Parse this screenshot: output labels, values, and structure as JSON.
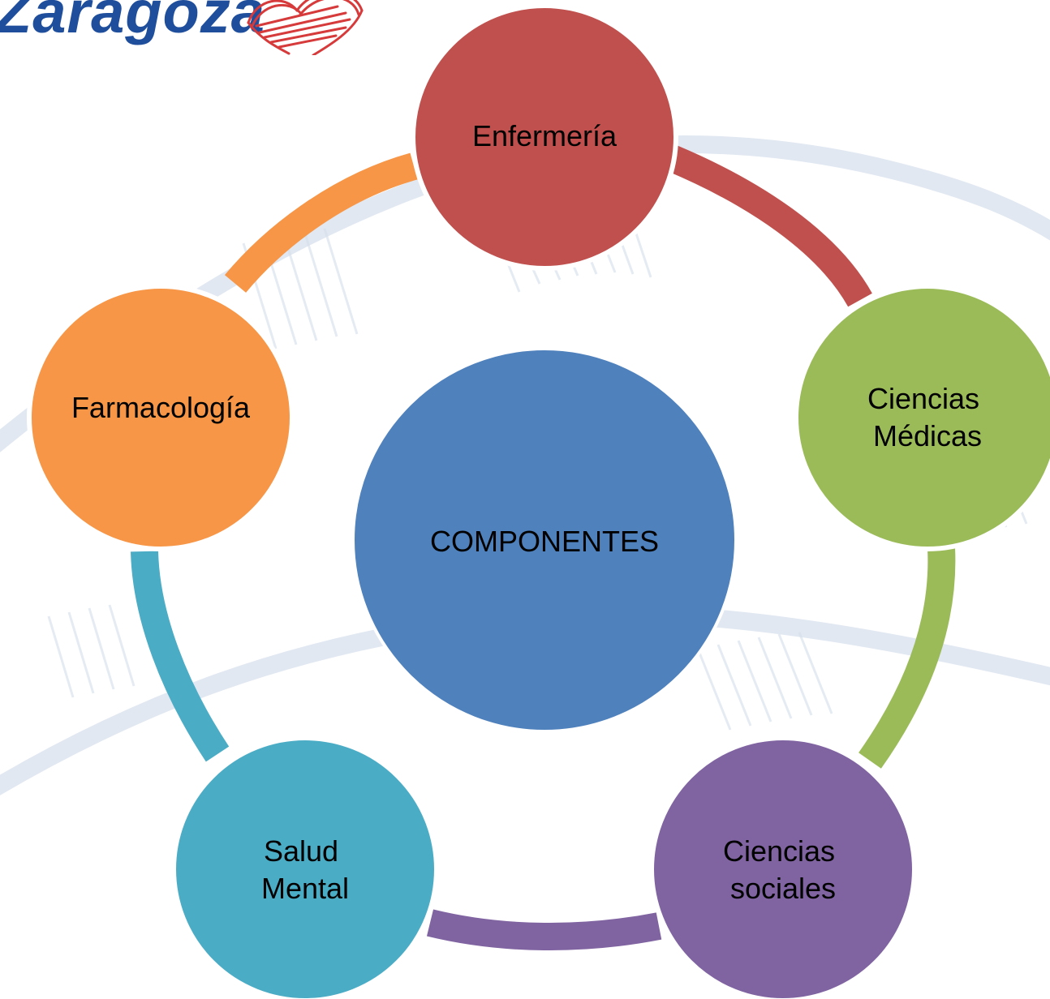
{
  "logo": {
    "text": "Zaragoza",
    "heart_color": "#d63a3a",
    "text_color": "#1f4e9c"
  },
  "center": {
    "label": "COMPONENTES",
    "color": "#4f81bd"
  },
  "nodes": [
    {
      "id": "enfermeria",
      "lines": [
        "Enfermería"
      ],
      "color": "#c0504d"
    },
    {
      "id": "ciencias-medicas",
      "lines": [
        "Ciencias",
        "Médicas"
      ],
      "color": "#9bbb59"
    },
    {
      "id": "ciencias-sociales",
      "lines": [
        "Ciencias",
        "sociales"
      ],
      "color": "#8064a2"
    },
    {
      "id": "salud-mental",
      "lines": [
        "Salud",
        "Mental"
      ],
      "color": "#4bacc6"
    },
    {
      "id": "farmacologia",
      "lines": [
        "Farmacología"
      ],
      "color": "#f79646"
    }
  ]
}
